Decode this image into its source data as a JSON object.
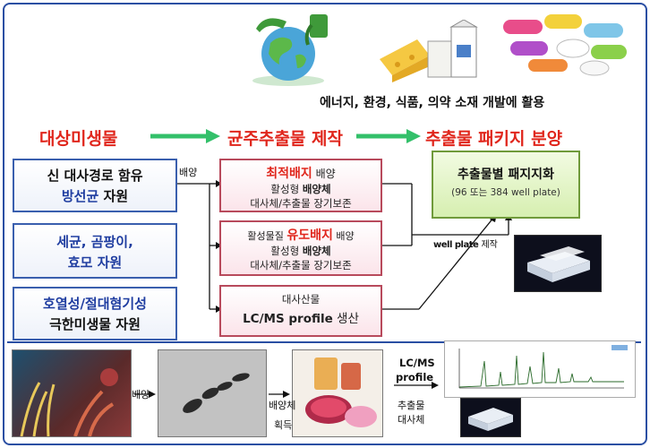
{
  "top_caption": "에너지, 환경, 식품, 의약 소재 개발에 활용",
  "stages": {
    "stage1": "대상미생물",
    "stage2": "균주추출물 제작",
    "stage3": "추출물 패키지 분양"
  },
  "sources": [
    {
      "line1": "신 대사경로 함유",
      "line2_strong": "방선균",
      "line2_rest": " 자원"
    },
    {
      "line1": "세균, 곰팡이,",
      "line2": "효모 자원"
    },
    {
      "line1": "호열성/절대혐기성",
      "line2": "극한미생물 자원"
    }
  ],
  "culture_label": "배양",
  "process_boxes": {
    "optimal": {
      "strong": "최적배지",
      "rest": " 배양",
      "line2_pre": "활성형 ",
      "line2_strong": "배양체",
      "line3": "대사체/추출물 장기보존"
    },
    "induced": {
      "pre": "활성물질 ",
      "strong": "유도배지",
      "rest": " 배양",
      "line2_pre": "활성형 ",
      "line2_strong": "배양체",
      "line3": "대사체/추출물 장기보존"
    },
    "lcms": {
      "line1": "대사산물",
      "line2_strong": "LC/MS profile",
      "line2_rest": " 생산"
    }
  },
  "package_box": {
    "title": "추출물별 패지지화",
    "subtitle": "(96 또는 384 well plate)"
  },
  "wellplate_label_a": "well plate",
  "wellplate_label_b": " 제작",
  "bottom": {
    "label_culture": "배양",
    "label_culture_body": "배양체",
    "label_acquire": "획득",
    "label_lcms": "LC/MS",
    "label_profile": "profile",
    "label_extract": "추출물",
    "label_metabolite": "대사체"
  },
  "colors": {
    "accent_red": "#e0261c",
    "arrow_green": "#33c06a",
    "frame_blue": "#2a4fa3"
  }
}
